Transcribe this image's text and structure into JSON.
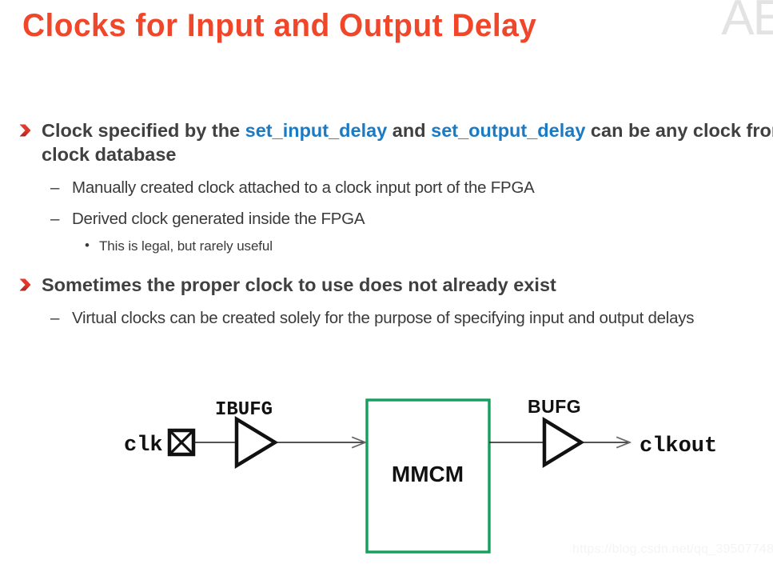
{
  "slide": {
    "title": "Clocks for Input and Output Delay",
    "logo_text": "AE",
    "watermark_url": "https://blog.csdn.net/qq_39507748"
  },
  "colors": {
    "title": "#f0472a",
    "keyword_blue": "#1a7ac4",
    "body_text": "#404040",
    "bullet_red": "#e8392b",
    "bullet_red_dark": "#9e2a22",
    "mmcm_border": "#14a05c",
    "diagram_line": "#1a1a1a",
    "logo_gray": "#e3e3e3",
    "watermark_gray": "#f4f4f4"
  },
  "bullets": {
    "b1": {
      "marker": "chevron-red",
      "text_before": "Clock specified by the ",
      "kw1": "set_input_delay",
      "text_mid": " and ",
      "kw2": "set_output_delay",
      "text_after": " can be any clock from the clock database"
    },
    "b1_sub1": {
      "marker": "–",
      "text": "Manually created clock attached to a clock input port of the FPGA"
    },
    "b1_sub2": {
      "marker": "–",
      "text": "Derived clock generated inside the FPGA"
    },
    "b1_sub2_sub1": {
      "marker": "•",
      "text": "This is legal, but rarely useful"
    },
    "b2": {
      "marker": "chevron-red",
      "text": "Sometimes the proper clock to use does not already exist"
    },
    "b2_sub1": {
      "marker": "–",
      "text": "Virtual clocks can be created solely for the purpose of specifying input and output delays"
    }
  },
  "diagram": {
    "type": "block-diagram",
    "input_port_label": "clk",
    "input_pad_symbol": "crossed-square-pad",
    "ibufg_label": "IBUFG",
    "mmcm_label": "MMCM",
    "bufg_label": "BUFG",
    "output_label": "clkout",
    "flow": [
      "clk",
      "IBUFG",
      "MMCM",
      "BUFG",
      "clkout"
    ]
  }
}
